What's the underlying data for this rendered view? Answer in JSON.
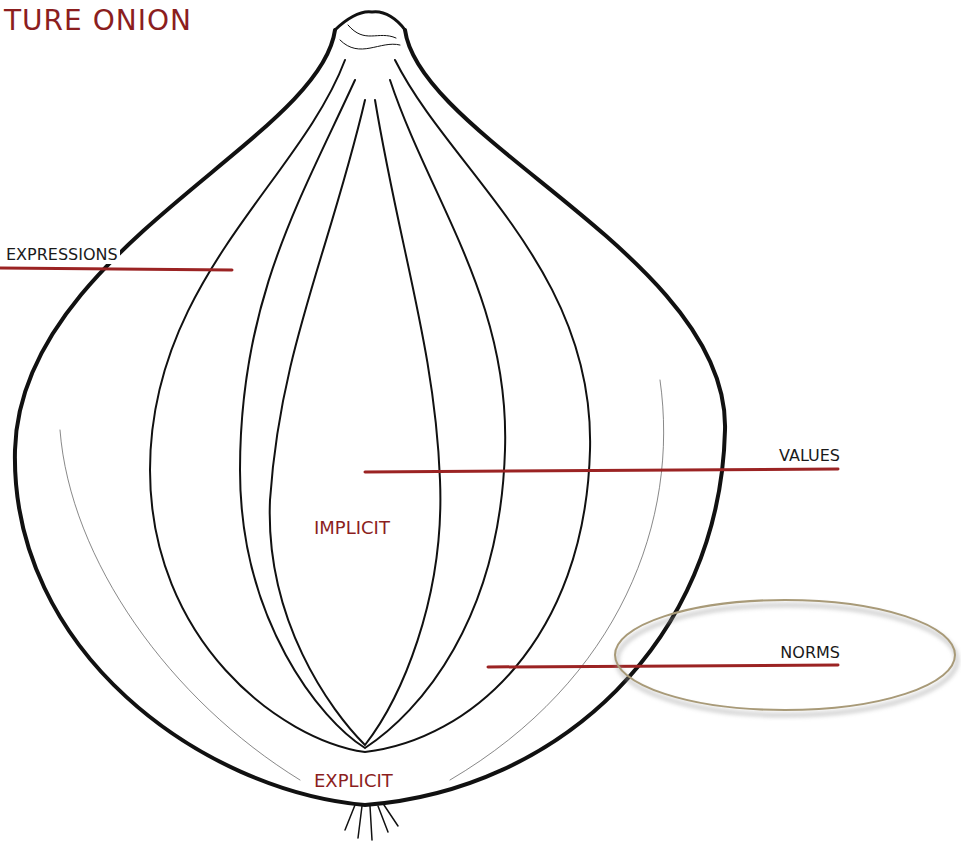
{
  "diagram": {
    "title": "TURE ONION",
    "labels": [
      "EXPRESSIONS",
      "VALUES",
      "IMPLICIT",
      "NORMS",
      "EXPLICIT"
    ]
  }
}
